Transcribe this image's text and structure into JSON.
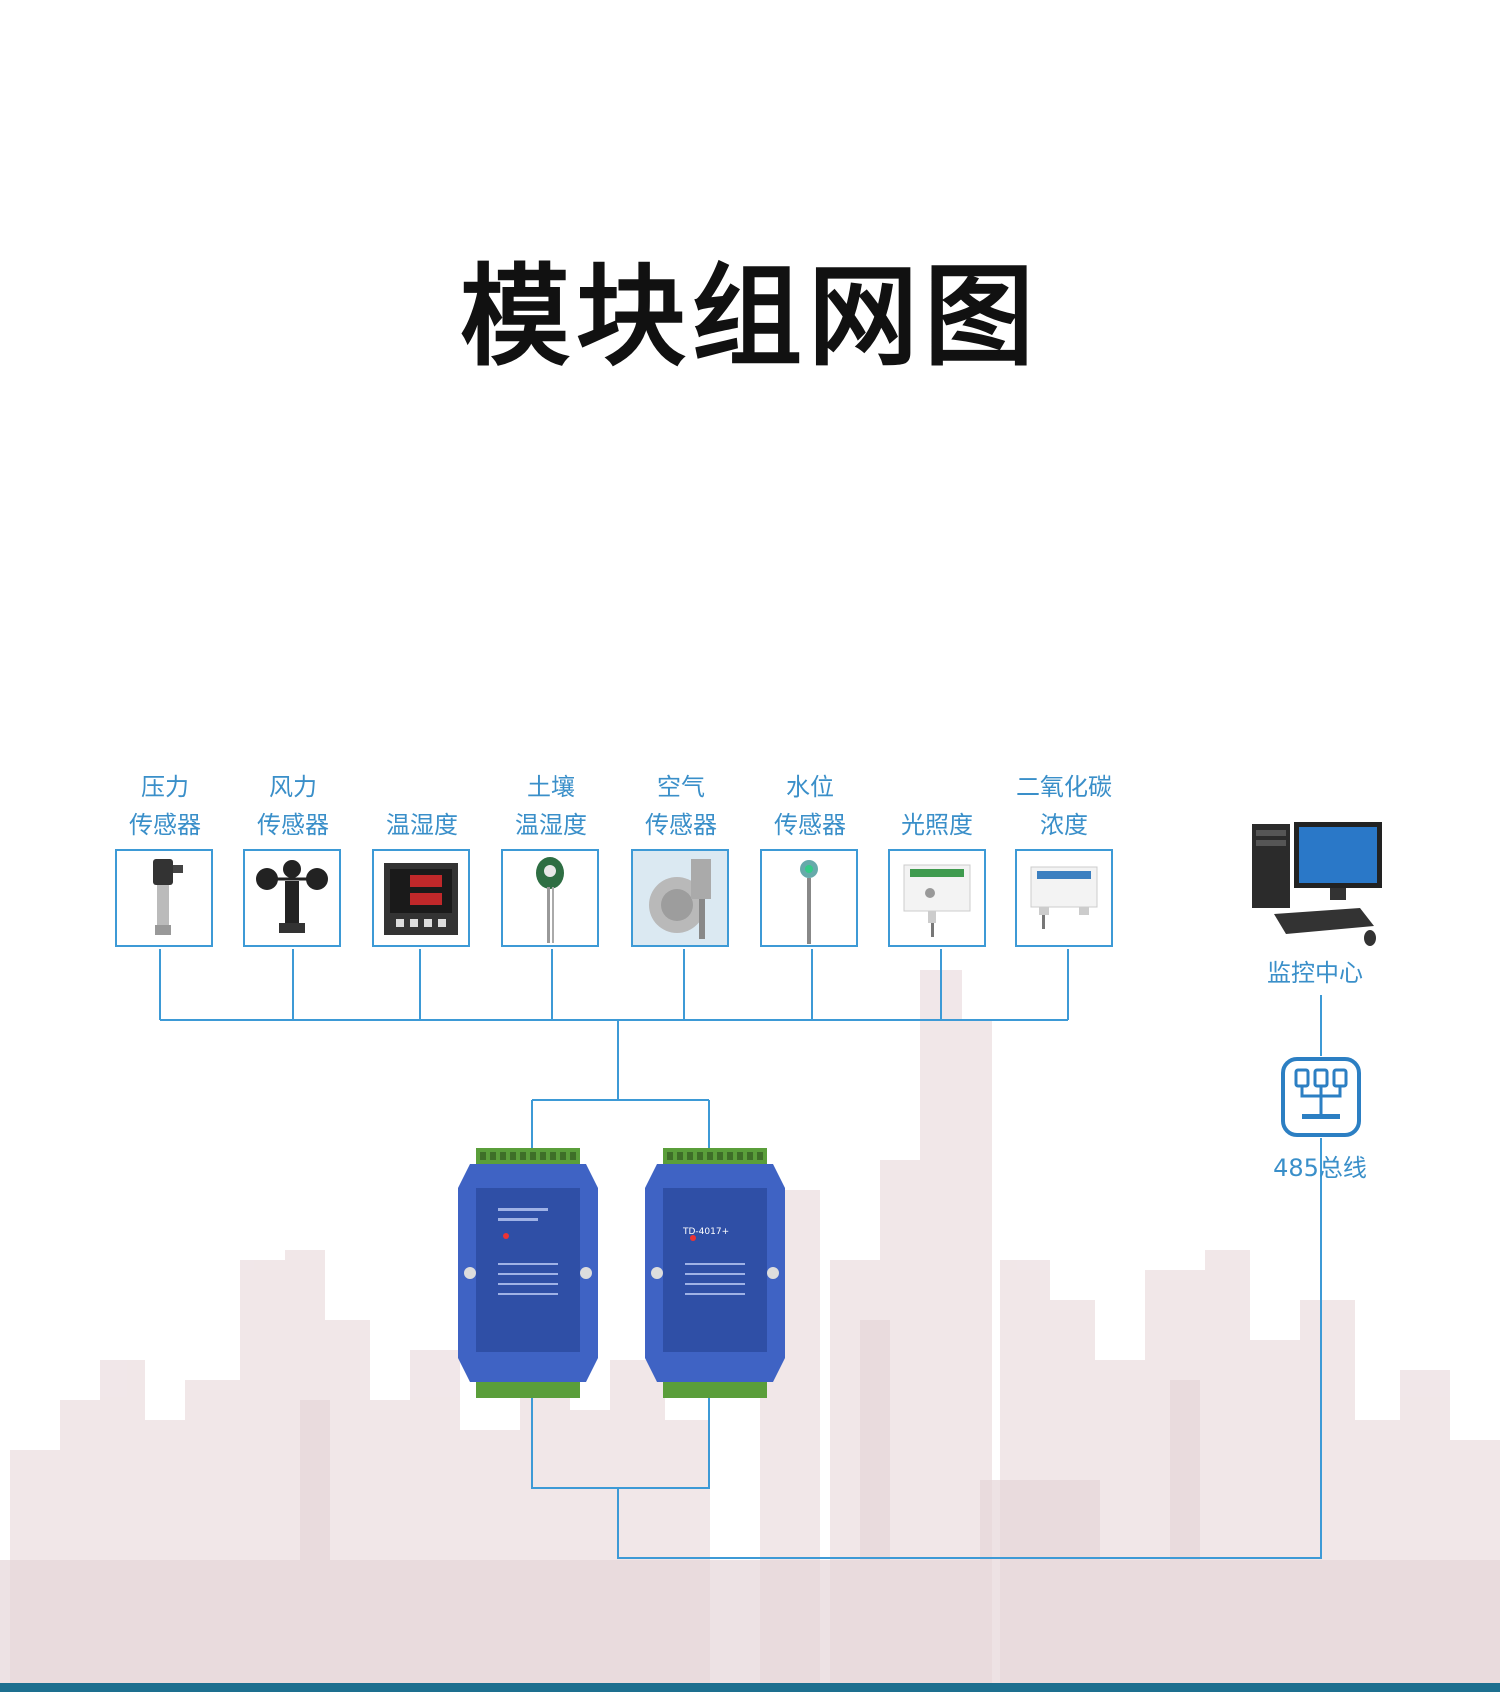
{
  "title": "模块组网图",
  "sensors": [
    {
      "line1": "压力",
      "line2": "传感器",
      "icon": "pressure-sensor-icon"
    },
    {
      "line1": "风力",
      "line2": "传感器",
      "icon": "anemometer-icon"
    },
    {
      "line1": "",
      "line2": "温湿度",
      "icon": "temp-humidity-meter-icon"
    },
    {
      "line1": "土壤",
      "line2": "温湿度",
      "icon": "soil-probe-icon"
    },
    {
      "line1": "空气",
      "line2": "传感器",
      "icon": "air-sensor-icon"
    },
    {
      "line1": "水位",
      "line2": "传感器",
      "icon": "water-level-sensor-icon"
    },
    {
      "line1": "",
      "line2": "光照度",
      "icon": "light-sensor-icon"
    },
    {
      "line1": "二氧化碳",
      "line2": "浓度",
      "icon": "co2-sensor-icon"
    }
  ],
  "monitor": {
    "label": "监控中心",
    "icon": "computer-workstation-icon"
  },
  "bus": {
    "label": "485总线",
    "icon": "rs485-hub-icon"
  },
  "modules": [
    {
      "model": "",
      "icon": "io-module-icon"
    },
    {
      "model": "TD-4017+",
      "icon": "io-module-icon"
    }
  ],
  "colors": {
    "wire": "#3d9ad6",
    "label": "#3a8fc9",
    "module_body": "#3f63c4",
    "terminal": "#5a9e3a",
    "skyline": "#e8d8da",
    "bottom_bar": "#1d6f8f"
  }
}
